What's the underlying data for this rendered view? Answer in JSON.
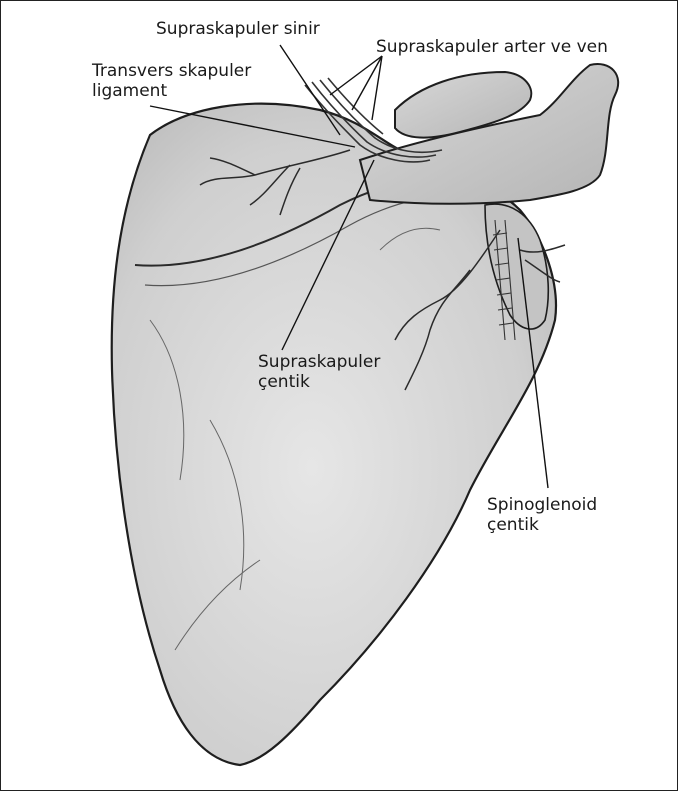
{
  "labels": {
    "suprascapular_nerve": "Supraskapuler sinir",
    "suprascapular_artery_vein": "Supraskapuler arter ve ven",
    "transverse_ligament": [
      "Transvers skapuler",
      "ligament"
    ],
    "suprascapular_notch": [
      "Supraskapuler",
      "çentik"
    ],
    "spinoglenoid_notch": [
      "Spinoglenoid",
      "çentik"
    ]
  },
  "colors": {
    "bone_fill": "#d4d4d4",
    "bone_outline": "#1e1e1e",
    "vessel": "#333333",
    "leader_line": "#111111"
  }
}
